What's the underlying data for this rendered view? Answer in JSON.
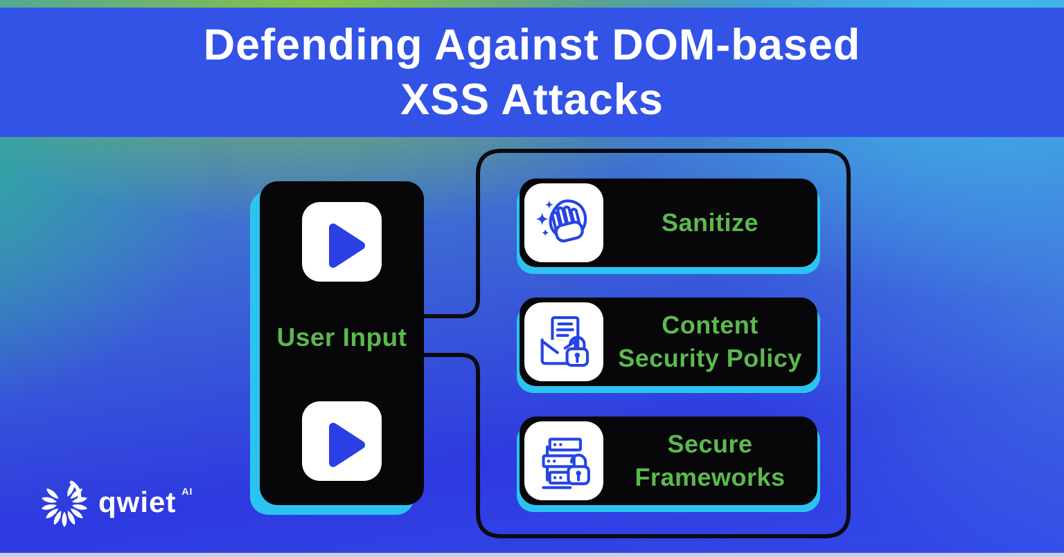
{
  "header": {
    "line1": "Defending Against DOM-based",
    "line2": "XSS Attacks"
  },
  "source": {
    "label": "User Input",
    "icon": "play-icon",
    "icon_count": 2
  },
  "defenses": [
    {
      "label": "Sanitize",
      "lines": [
        "Sanitize"
      ],
      "icon": "sparkle-hand-wipe-icon"
    },
    {
      "label": "Content Security Policy",
      "lines": [
        "Content",
        "Security Policy"
      ],
      "icon": "document-envelope-lock-icon"
    },
    {
      "label": "Secure Frameworks",
      "lines": [
        "Secure",
        "Frameworks"
      ],
      "icon": "server-stack-lock-icon"
    }
  ],
  "branding": {
    "logo_text": "qwiet",
    "logo_suffix": "AI",
    "icon": "qwiet-spiral-logo-icon"
  },
  "colors": {
    "header_blue": "#3353e6",
    "accent_cyan": "#2bc4f1",
    "accent_green": "#5cb94e",
    "icon_blue": "#2544e3",
    "play_blue": "#2b3fe4",
    "card_black": "#070709"
  }
}
